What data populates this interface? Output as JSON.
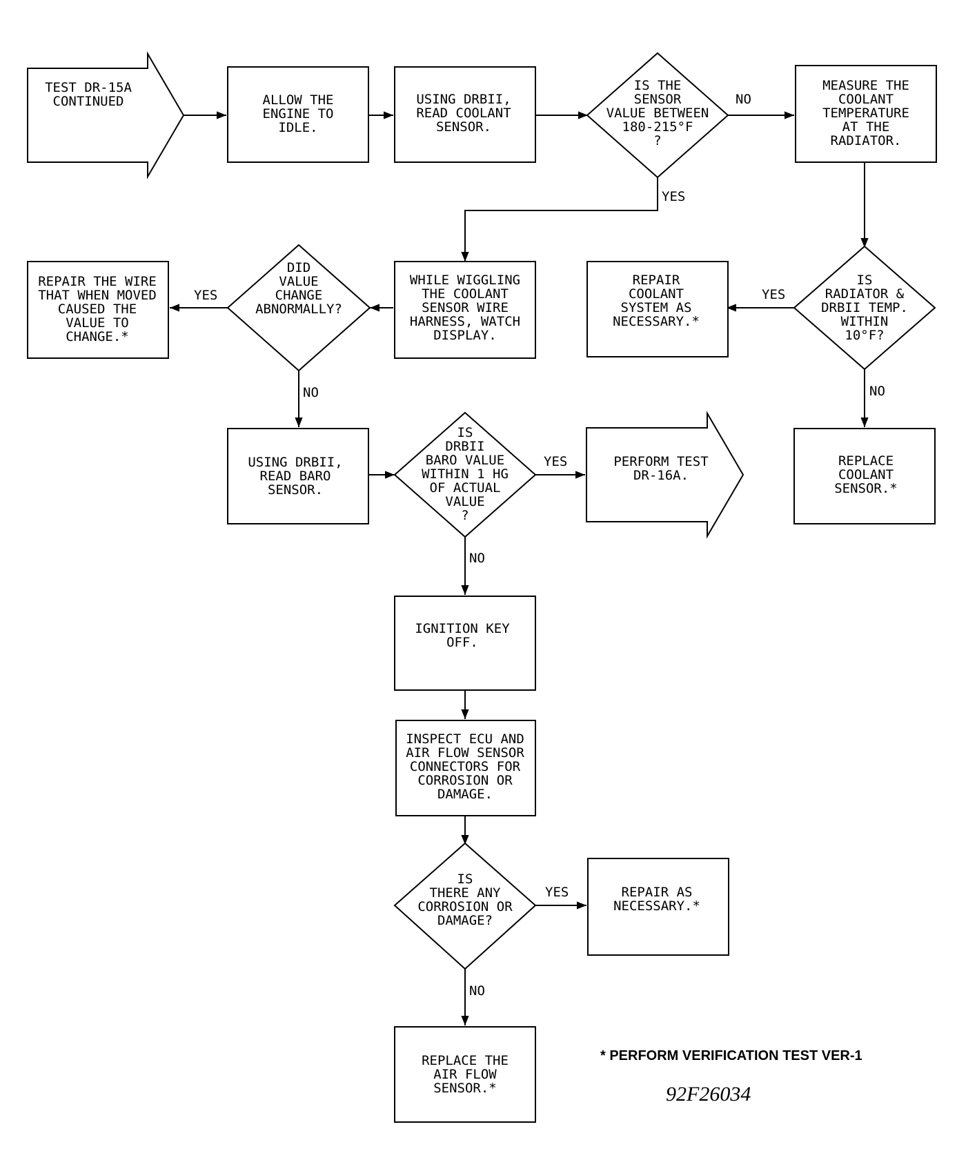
{
  "nodes": {
    "start": [
      "TEST DR-15A",
      "CONTINUED"
    ],
    "allow_idle": [
      "ALLOW THE",
      "ENGINE TO",
      "IDLE."
    ],
    "read_coolant": [
      "USING DRBII,",
      "READ COOLANT",
      "SENSOR."
    ],
    "is_sensor_value": [
      "IS THE",
      "SENSOR",
      "VALUE BETWEEN",
      "180-215°F",
      "?"
    ],
    "measure_coolant": [
      "MEASURE THE",
      "COOLANT",
      "TEMPERATURE",
      "AT THE",
      "RADIATOR."
    ],
    "repair_wire": [
      "REPAIR THE WIRE",
      "THAT WHEN MOVED",
      "CAUSED THE",
      "VALUE TO",
      "CHANGE.*"
    ],
    "did_value_change": [
      "DID",
      "VALUE",
      "CHANGE",
      "ABNORMALLY?"
    ],
    "wiggle_harness": [
      "WHILE WIGGLING",
      "THE COOLANT",
      "SENSOR WIRE",
      "HARNESS, WATCH",
      "DISPLAY."
    ],
    "repair_coolant_system": [
      "REPAIR",
      "COOLANT",
      "SYSTEM AS",
      "NECESSARY.*"
    ],
    "is_radiator_within": [
      "IS",
      "RADIATOR &",
      "DRBII TEMP.",
      "WITHIN",
      "10°F?"
    ],
    "read_baro": [
      "USING DRBII,",
      "READ BARO",
      "SENSOR."
    ],
    "is_baro_within": [
      "IS",
      "DRBII",
      "BARO VALUE",
      "WITHIN 1 HG",
      "OF ACTUAL",
      "VALUE",
      "?"
    ],
    "perform_dr16a": [
      "PERFORM TEST",
      "DR-16A."
    ],
    "replace_coolant_sensor": [
      "REPLACE",
      "COOLANT",
      "SENSOR.*"
    ],
    "ignition_off": [
      "IGNITION KEY",
      "OFF."
    ],
    "inspect_connectors": [
      "INSPECT ECU AND",
      "AIR FLOW SENSOR",
      "CONNECTORS FOR",
      "CORROSION OR",
      "DAMAGE."
    ],
    "is_corrosion": [
      "IS",
      "THERE ANY",
      "CORROSION OR",
      "DAMAGE?"
    ],
    "repair_as_necessary": [
      "REPAIR AS",
      "NECESSARY.*"
    ],
    "replace_air_flow": [
      "REPLACE THE",
      "AIR FLOW",
      "SENSOR.*"
    ]
  },
  "edges": {
    "sensor_no": "NO",
    "sensor_yes": "YES",
    "change_yes": "YES",
    "change_no": "NO",
    "radiator_yes": "YES",
    "radiator_no": "NO",
    "baro_yes": "YES",
    "baro_no": "NO",
    "corrosion_yes": "YES",
    "corrosion_no": "NO"
  },
  "footnote": "* PERFORM VERIFICATION TEST VER-1",
  "figure_id": "92F26034"
}
